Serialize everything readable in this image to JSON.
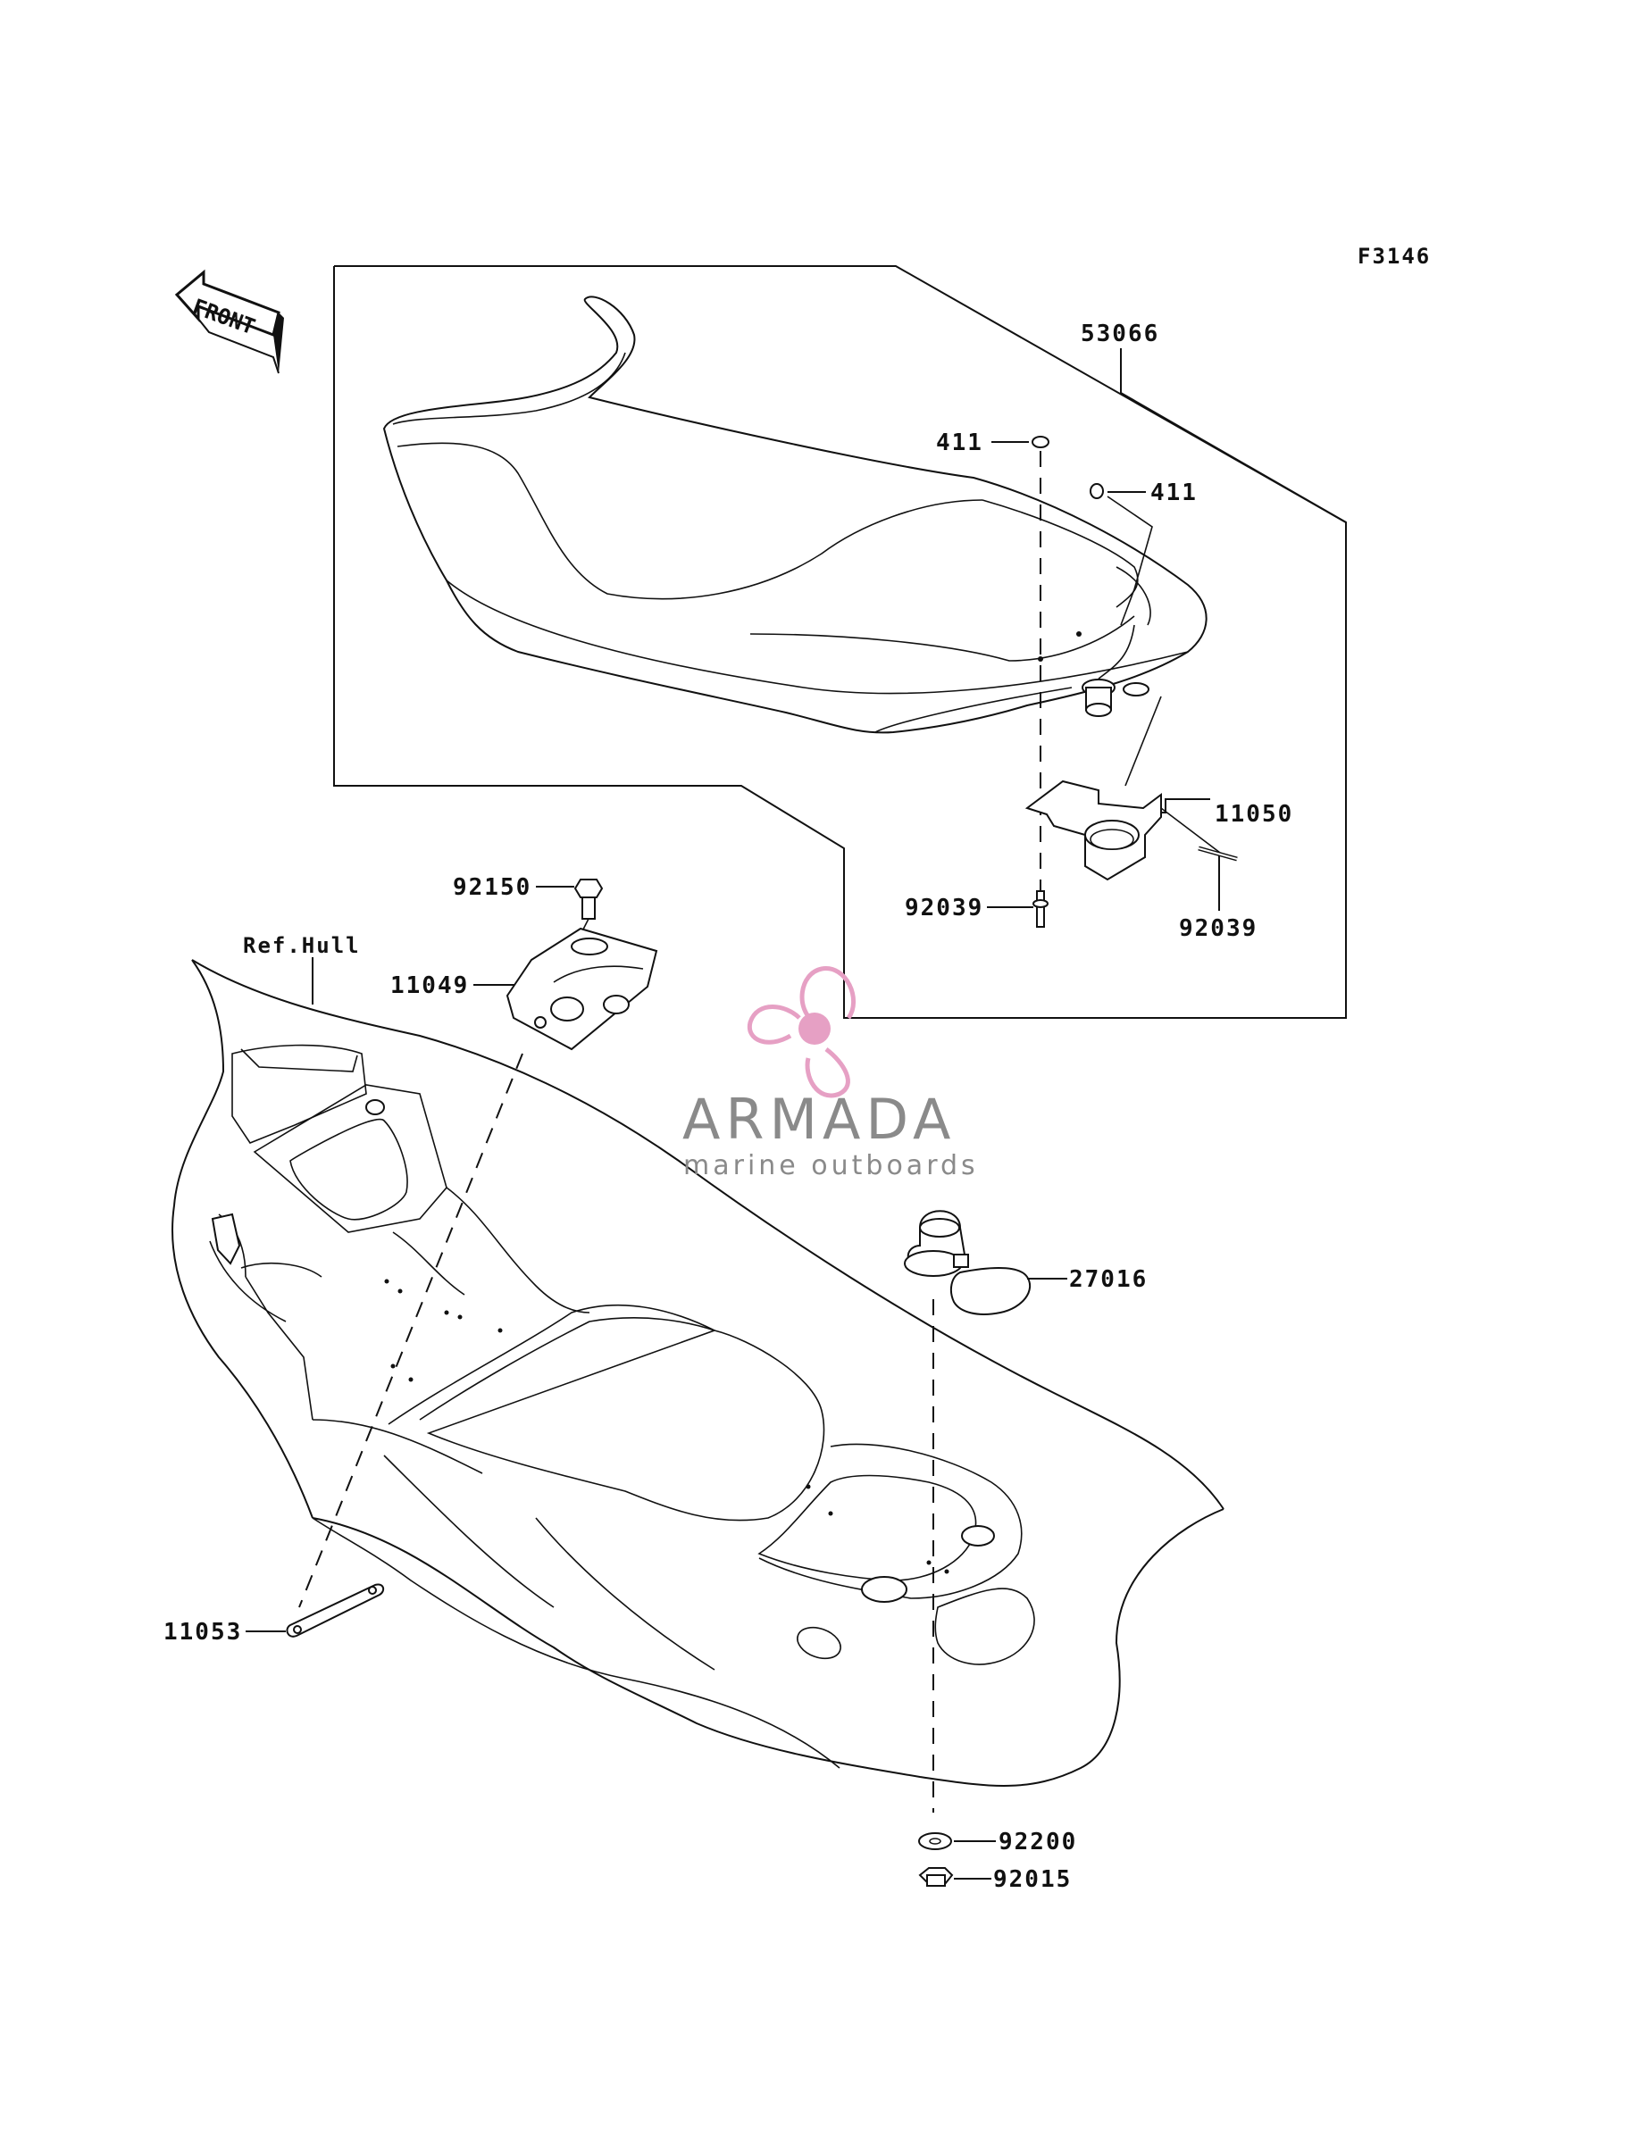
{
  "figure_code": "F3146",
  "front_label": "FRONT",
  "ref_label": "Ref.Hull",
  "callouts": {
    "seat": "53066",
    "washer_top": "411",
    "washer_right": "411",
    "latch_bracket": "11050",
    "pin_left": "92039",
    "pin_right": "92039",
    "bolt": "92150",
    "hull_bracket": "11049",
    "strap": "11053",
    "seat_catch": "27016",
    "washer_bottom": "92200",
    "nut": "92015"
  },
  "watermark": {
    "brand": "ARMADA",
    "tagline": "marine outboards",
    "color": "#e6a0c4"
  }
}
